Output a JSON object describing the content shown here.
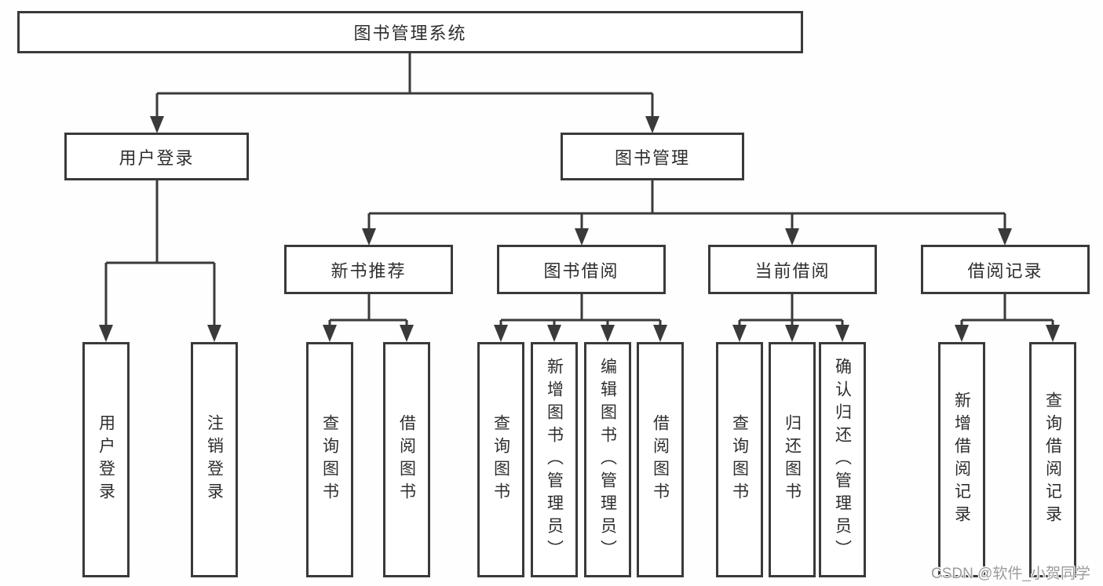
{
  "tree": {
    "root": {
      "label": "图书管理系统",
      "children": [
        {
          "label": "用户登录",
          "children": [
            {
              "label": "用户登录"
            },
            {
              "label": "注销登录"
            }
          ]
        },
        {
          "label": "图书管理",
          "children": [
            {
              "label": "新书推荐",
              "children": [
                {
                  "label": "查询图书"
                },
                {
                  "label": "借阅图书"
                }
              ]
            },
            {
              "label": "图书借阅",
              "children": [
                {
                  "label": "查询图书"
                },
                {
                  "label": "新增图书（管理员）"
                },
                {
                  "label": "编辑图书（管理员）"
                },
                {
                  "label": "借阅图书"
                }
              ]
            },
            {
              "label": "当前借阅",
              "children": [
                {
                  "label": "查询图书"
                },
                {
                  "label": "归还图书"
                },
                {
                  "label": "确认归还（管理员）"
                }
              ]
            },
            {
              "label": "借阅记录",
              "children": [
                {
                  "label": "新增借阅记录"
                },
                {
                  "label": "查询借阅记录"
                }
              ]
            }
          ]
        }
      ]
    }
  },
  "watermark": "CSDN @软件_小贺同学",
  "colors": {
    "line": "#3a3a3a",
    "fill": "#ffffff",
    "text": "#2e2e2e",
    "bg": "#fefefe",
    "watermark": "#9b9b9b"
  }
}
